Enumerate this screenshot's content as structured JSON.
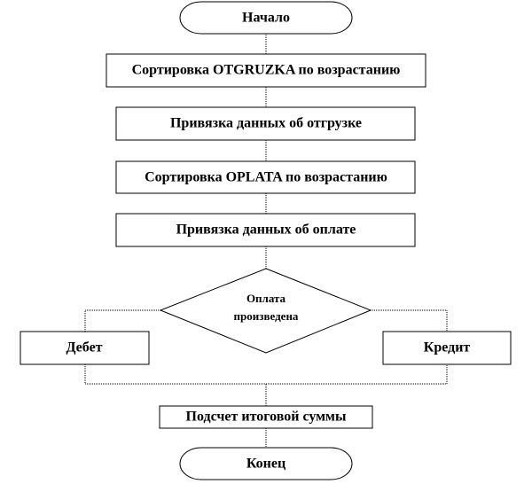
{
  "diagram": {
    "type": "flowchart",
    "nodes": [
      {
        "id": "start",
        "kind": "terminal",
        "label": "Начало"
      },
      {
        "id": "sort_otgruzka",
        "kind": "process",
        "label": "Сортировка OTGRUZKA по возрастанию"
      },
      {
        "id": "bind_shipment",
        "kind": "process",
        "label": "Привязка данных об отгрузке"
      },
      {
        "id": "sort_oplata",
        "kind": "process",
        "label": "Сортировка OPLATA по возрастанию"
      },
      {
        "id": "bind_payment",
        "kind": "process",
        "label": "Привязка данных об оплате"
      },
      {
        "id": "decision",
        "kind": "decision",
        "label_line1": "Оплата",
        "label_line2": "произведена"
      },
      {
        "id": "debet",
        "kind": "process",
        "label": "Дебет"
      },
      {
        "id": "kredit",
        "kind": "process",
        "label": "Кредит"
      },
      {
        "id": "total",
        "kind": "process",
        "label": "Подсчет итоговой суммы"
      },
      {
        "id": "end",
        "kind": "terminal",
        "label": "Конец"
      }
    ],
    "edges": [
      {
        "from": "start",
        "to": "sort_otgruzka"
      },
      {
        "from": "sort_otgruzka",
        "to": "bind_shipment"
      },
      {
        "from": "bind_shipment",
        "to": "sort_oplata"
      },
      {
        "from": "sort_oplata",
        "to": "bind_payment"
      },
      {
        "from": "bind_payment",
        "to": "decision"
      },
      {
        "from": "decision",
        "to": "debet"
      },
      {
        "from": "decision",
        "to": "kredit"
      },
      {
        "from": "debet",
        "to": "total"
      },
      {
        "from": "kredit",
        "to": "total"
      },
      {
        "from": "total",
        "to": "end"
      }
    ]
  }
}
